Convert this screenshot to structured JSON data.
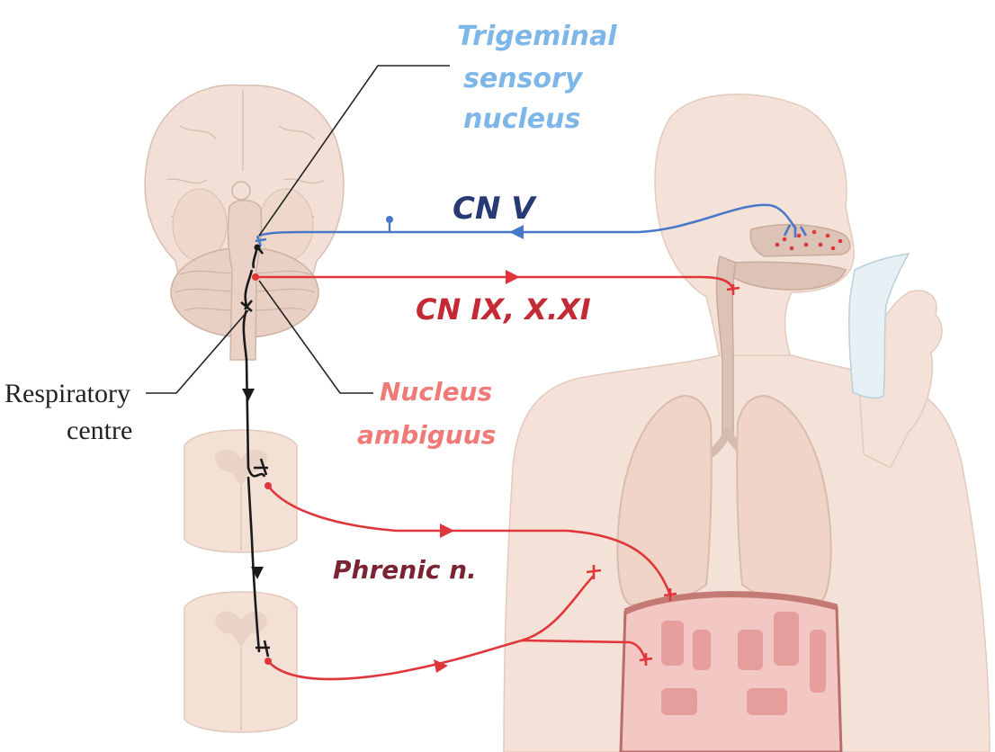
{
  "labels": {
    "trigeminal_line1": "Trigeminal",
    "trigeminal_line2": "sensory",
    "trigeminal_line3": "nucleus",
    "cn_v": "CN V",
    "cn_ix_x_xi": "CN IX, X.XI",
    "respiratory_line1": "Respiratory",
    "respiratory_line2": "centre",
    "ambiguus_line1": "Nucleus",
    "ambiguus_line2": "ambiguus",
    "phrenic": "Phrenic n."
  },
  "colors": {
    "afferent_blue": "#4a78c9",
    "efferent_red": "#e0353b",
    "label_light_blue": "#7db7ea",
    "label_navy": "#283a73",
    "label_crimson": "#c42a35",
    "label_salmon": "#ef7a78",
    "label_maroon": "#7a2333",
    "tissue": "#f2dcd0",
    "brain": "#efdcd2",
    "muscle": "#e8a2a2",
    "pointer_black": "#222222"
  }
}
